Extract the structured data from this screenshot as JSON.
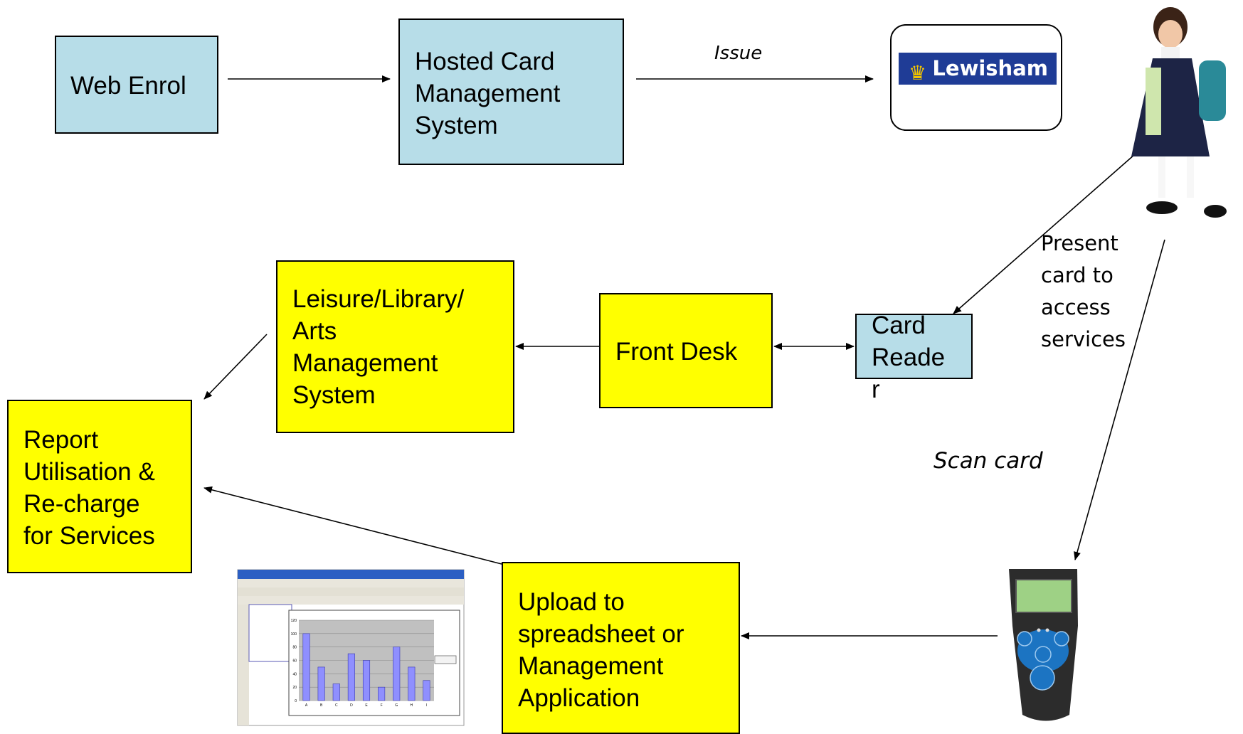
{
  "boxes": {
    "web_enrol": "Web Enrol",
    "hosted_card": "Hosted Card\nManagement\nSystem",
    "leisure_system": "Leisure/Library/\nArts\nManagement\nSystem",
    "front_desk": "Front Desk",
    "card_reader": "Card\nReade\nr",
    "report": "Report\nUtilisation &\nRe-charge\nfor Services",
    "upload": "Upload to\nspreadsheet or\nManagement\nApplication"
  },
  "labels": {
    "issue": "Issue",
    "present": "Present\ncard to\naccess\nservices",
    "scan": "Scan card"
  },
  "card_logo": {
    "text": "Lewisham",
    "crown_icon": "crown-icon"
  },
  "colors": {
    "blue_box": "#b7dde8",
    "yellow_box": "#ffff00",
    "card_banner": "#1f3c96"
  },
  "chart_data": {
    "type": "bar",
    "categories": [
      "A",
      "B",
      "C",
      "D",
      "E",
      "F",
      "G",
      "H",
      "I"
    ],
    "values": [
      100,
      50,
      25,
      70,
      60,
      20,
      80,
      50,
      30
    ],
    "ylim": [
      0,
      120
    ],
    "yticks": [
      0,
      20,
      40,
      60,
      80,
      100,
      120
    ]
  }
}
